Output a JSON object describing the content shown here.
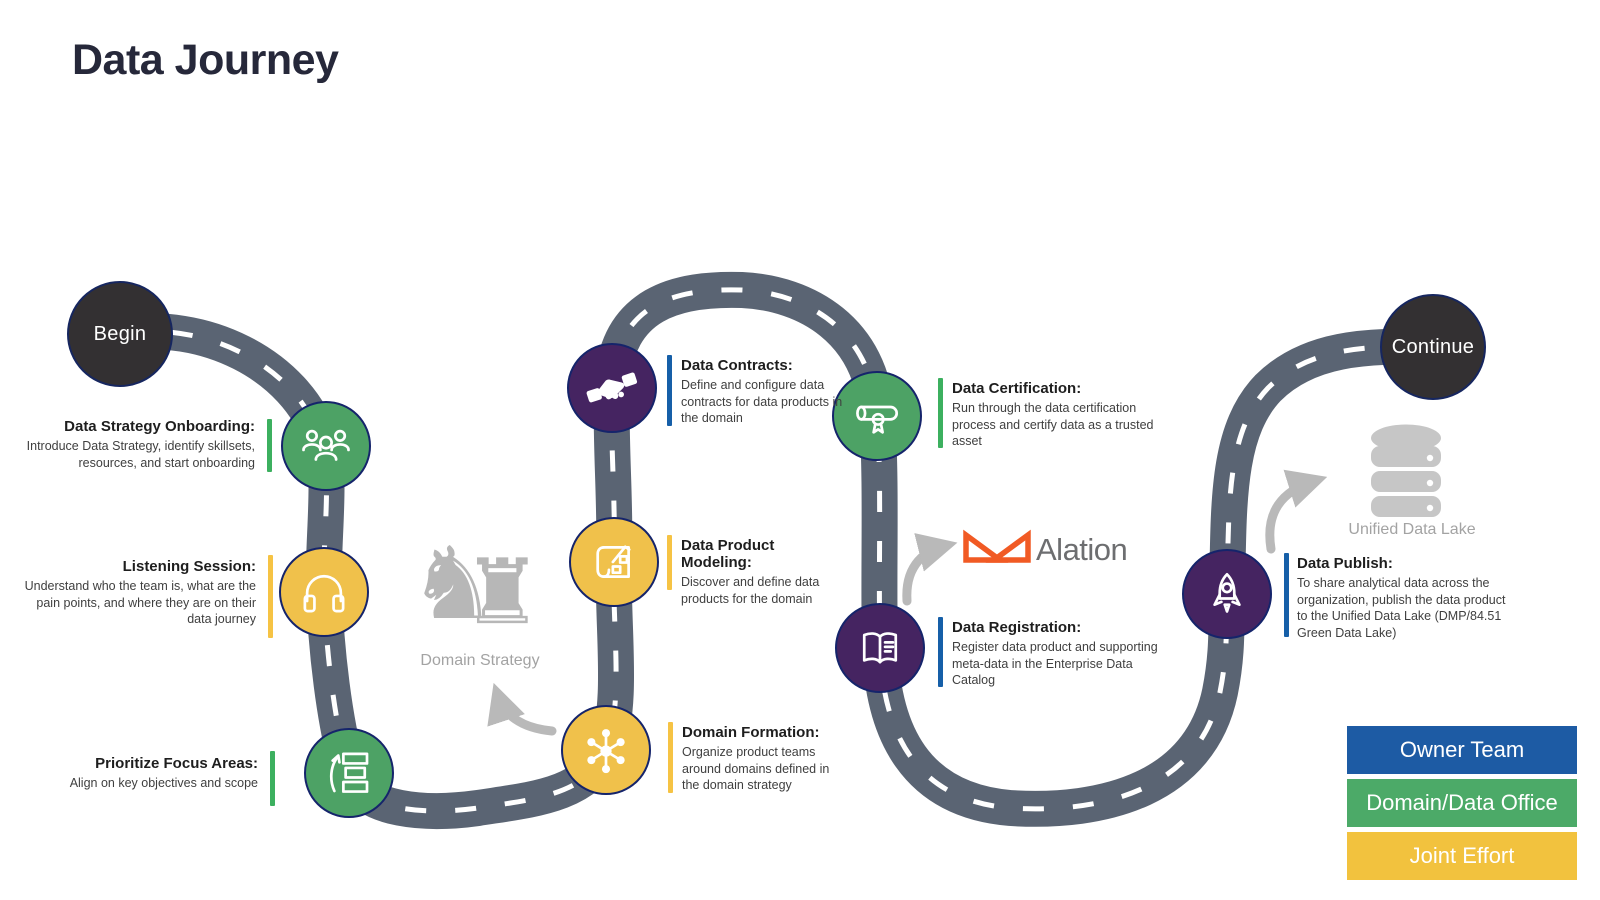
{
  "title": "Data Journey",
  "journey": {
    "start_label": "Begin",
    "end_label": "Continue"
  },
  "stops": [
    {
      "title": "Data Strategy Onboarding:",
      "description": "Introduce Data Strategy, identify skillsets, resources, and start onboarding",
      "icon": "people-icon",
      "circle_color": "#4da265",
      "bar_color": "#3cb05f"
    },
    {
      "title": "Listening Session:",
      "description": "Understand who the team is, what are the pain points, and where they are on their data journey",
      "icon": "headphones-icon",
      "circle_color": "#f0c14b",
      "bar_color": "#f6c344"
    },
    {
      "title": "Prioritize Focus Areas:",
      "description": "Align on key objectives and scope",
      "icon": "prioritize-list-icon",
      "circle_color": "#4da265",
      "bar_color": "#3cb05f"
    },
    {
      "title": "Domain Formation:",
      "description": "Organize product teams around domains defined in the domain strategy",
      "icon": "network-hub-icon",
      "circle_color": "#f0c14b",
      "bar_color": "#f6c344"
    },
    {
      "title": "Data Product Modeling:",
      "description": "Discover and define data products for the domain",
      "icon": "blueprint-icon",
      "circle_color": "#f0c14b",
      "bar_color": "#f6c344"
    },
    {
      "title": "Data Contracts:",
      "description": "Define and configure data contracts for data products in the domain",
      "icon": "handshake-icon",
      "circle_color": "#452461",
      "bar_color": "#165fa8"
    },
    {
      "title": "Data Certification:",
      "description": "Run through the data certification process and certify data as a trusted asset",
      "icon": "certificate-icon",
      "circle_color": "#4da265",
      "bar_color": "#3cb05f"
    },
    {
      "title": "Data Registration:",
      "description": "Register data product and supporting meta-data in the Enterprise Data Catalog",
      "icon": "open-book-icon",
      "circle_color": "#452461",
      "bar_color": "#165fa8"
    },
    {
      "title": "Data Publish:",
      "description": "To share analytical data across the organization, publish the data product to the Unified Data Lake (DMP/84.51 Green Data Lake)",
      "icon": "rocket-icon",
      "circle_color": "#452461",
      "bar_color": "#165fa8"
    }
  ],
  "callouts": {
    "domain_strategy": "Domain Strategy",
    "alation": "Alation",
    "unified_data_lake": "Unified Data Lake"
  },
  "legend": [
    {
      "label": "Owner Team",
      "color": "#1d5ba4"
    },
    {
      "label": "Domain/Data Office",
      "color": "#4caa68"
    },
    {
      "label": "Joint Effort",
      "color": "#f2c23e"
    }
  ],
  "colors": {
    "road": "#5a6473",
    "road_dash": "#ffffff",
    "circle_dark": "#333032",
    "circle_border": "#15246b",
    "alation_orange": "#f15a24",
    "annotation_gray": "#b7b7b7",
    "title_text": "#26283a"
  }
}
